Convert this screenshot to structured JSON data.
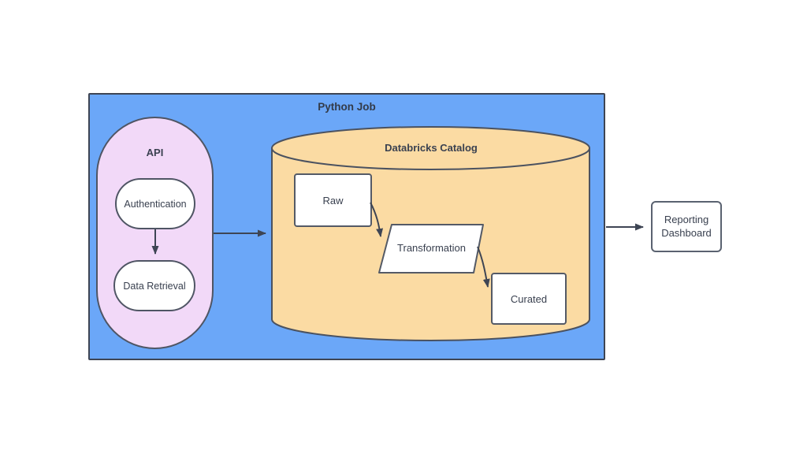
{
  "diagram": {
    "python_job": {
      "label": "Python Job"
    },
    "api_group": {
      "label": "API",
      "nodes": [
        {
          "label": "Authentication",
          "shape": "stadium"
        },
        {
          "label": "Data Retrieval",
          "shape": "stadium"
        }
      ],
      "flow": [
        "Authentication -> Data Retrieval"
      ]
    },
    "catalog": {
      "label": "Databricks Catalog",
      "shape": "cylinder",
      "nodes": [
        {
          "label": "Raw",
          "shape": "rectangle"
        },
        {
          "label": "Transformation",
          "shape": "parallelogram"
        },
        {
          "label": "Curated",
          "shape": "rectangle"
        }
      ],
      "flow": [
        "Raw -> Transformation",
        "Transformation -> Curated"
      ]
    },
    "reporting": {
      "label": "Reporting Dashboard",
      "shape": "rectangle"
    },
    "flow": [
      "API -> Databricks Catalog",
      "Python Job -> Reporting Dashboard"
    ]
  },
  "colors": {
    "container_blue": "#6BA7F8",
    "api_pink": "#F2D9F8",
    "catalog_tan": "#FBDBA3",
    "node_white": "#FFFFFF",
    "stroke_dark": "#3E4554",
    "text_dark": "#39404F"
  }
}
